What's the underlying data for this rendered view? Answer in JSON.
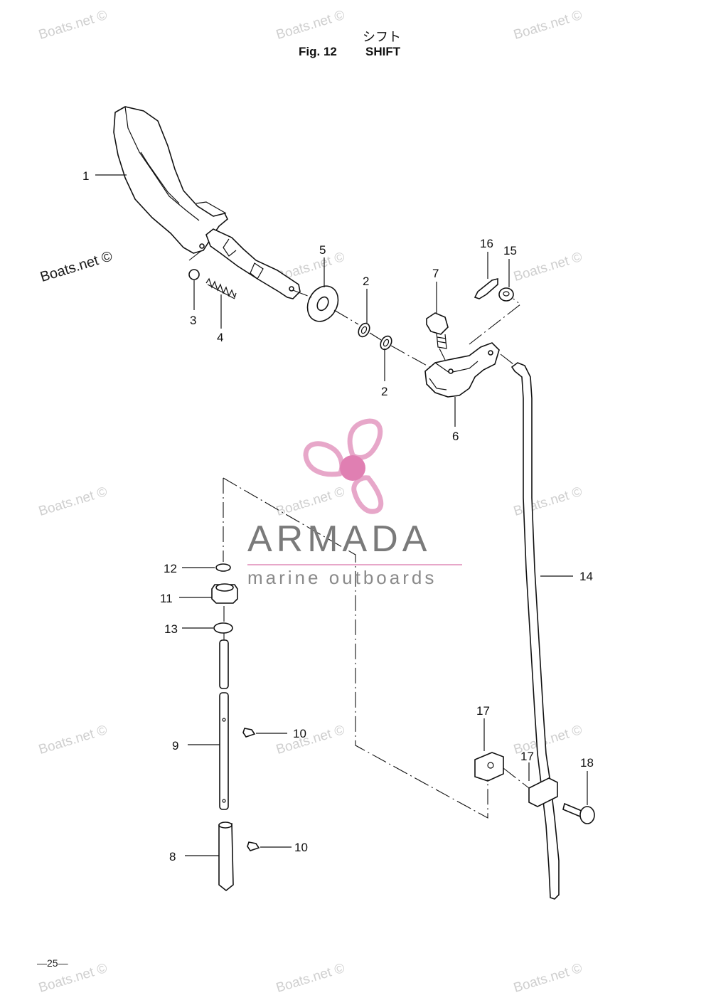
{
  "header": {
    "title_jp": "シフト",
    "fig_label": "Fig. 12",
    "title_en": "SHIFT"
  },
  "watermark": {
    "text": "Boats.net ©",
    "color": "#cfcfcf"
  },
  "brand": {
    "name": "ARMADA",
    "tagline": "marine outboards",
    "propeller_color": "#e7a7c9",
    "hub_color": "#e07fb2"
  },
  "callouts": [
    "1",
    "2",
    "2",
    "3",
    "4",
    "5",
    "6",
    "7",
    "8",
    "9",
    "10",
    "10",
    "11",
    "12",
    "13",
    "14",
    "15",
    "16",
    "17",
    "17",
    "18"
  ],
  "footer": {
    "page_number": "—25—"
  }
}
